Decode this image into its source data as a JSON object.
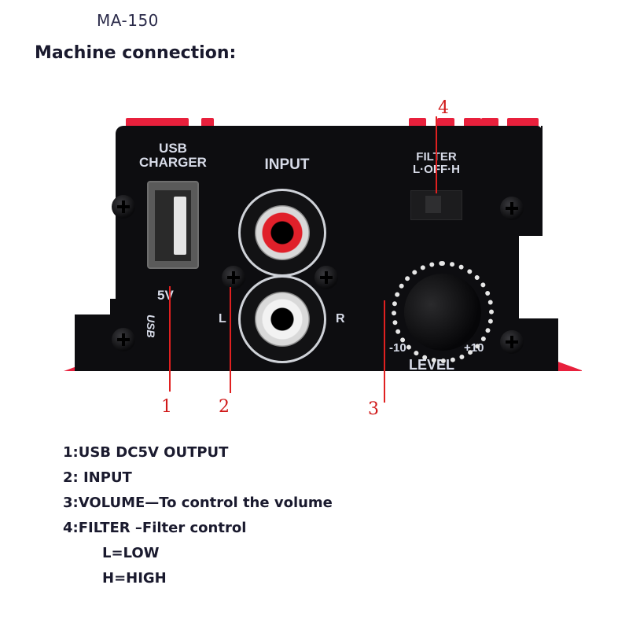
{
  "header": {
    "model": "MA-150",
    "title": "Machine connection:"
  },
  "device": {
    "labels": {
      "usb_line1": "USB",
      "usb_line2": "CHARGER",
      "input": "INPUT",
      "filter_line1": "FILTER",
      "filter_line2": "L·OFF·H",
      "voltage": "5V",
      "usb_logo": "USB",
      "left": "L",
      "right": "R",
      "level_min": "-10",
      "level_max": "+10",
      "level": "LEVEL"
    },
    "colors": {
      "body": "#0d0d10",
      "accent_red": "#e8203c",
      "rca_top": "#e0202a",
      "rca_bottom": "#f2f2f2",
      "callout": "#e02020"
    }
  },
  "callouts": [
    {
      "num": "1",
      "target": "USB port"
    },
    {
      "num": "2",
      "target": "Input jacks"
    },
    {
      "num": "3",
      "target": "Level knob"
    },
    {
      "num": "4",
      "target": "Filter switch"
    }
  ],
  "notes": [
    {
      "text": "1:USB DC5V OUTPUT"
    },
    {
      "text": "2: INPUT"
    },
    {
      "text": "3:VOLUME—To control the volume"
    },
    {
      "text": "4:FILTER –Filter control"
    },
    {
      "text": "L=LOW"
    },
    {
      "text": "H=HIGH"
    }
  ]
}
